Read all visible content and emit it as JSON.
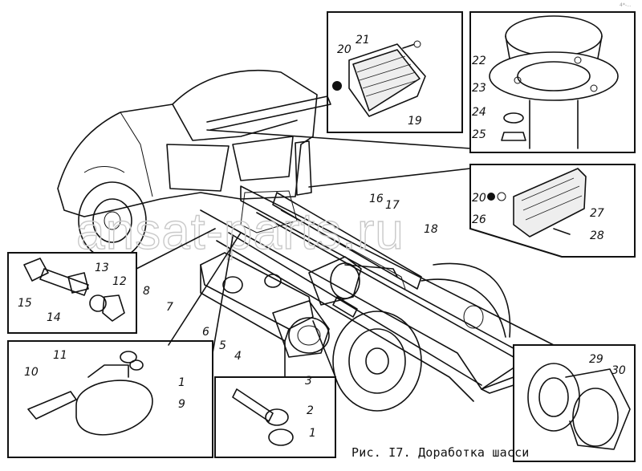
{
  "caption": "Рис. I7. Доработка шасси",
  "watermark": "ansat-parts.ru",
  "corner_mark": "4*-...",
  "callouts": {
    "c1a": "1",
    "c1b": "1",
    "c2": "2",
    "c3": "3",
    "c4": "4",
    "c5": "5",
    "c6": "6",
    "c7": "7",
    "c8": "8",
    "c9": "9",
    "c10": "10",
    "c11": "11",
    "c12": "12",
    "c13": "13",
    "c14": "14",
    "c15": "15",
    "c16": "16",
    "c17": "17",
    "c18": "18",
    "c19": "19",
    "c20a": "20",
    "c20b": "20",
    "c21": "21",
    "c22": "22",
    "c23": "23",
    "c24": "24",
    "c25": "25",
    "c26": "26",
    "c27": "27",
    "c28": "28",
    "c29": "29",
    "c30": "30"
  },
  "colors": {
    "ink": "#111111",
    "watermark": "#c9c9c9",
    "background": "#ffffff"
  }
}
